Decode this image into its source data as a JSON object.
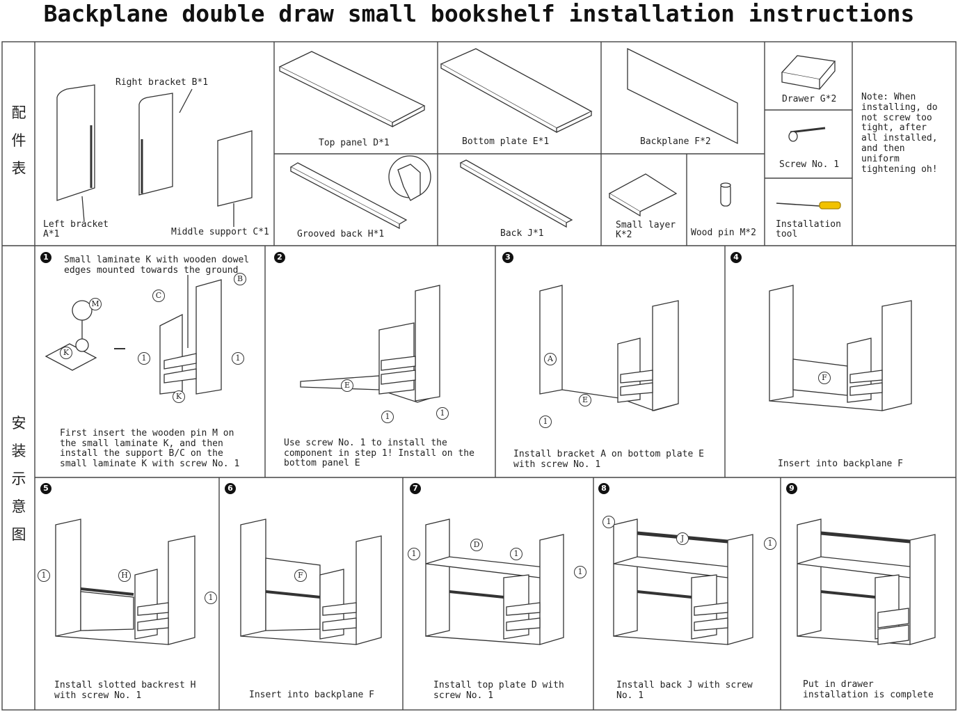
{
  "title": "Backplane double draw small bookshelf installation instructions",
  "sections": {
    "parts": [
      "配",
      "件",
      "表"
    ],
    "steps": [
      "安",
      "装",
      "示",
      "意",
      "图"
    ]
  },
  "parts": {
    "left_bracket": "Left bracket\nA*1",
    "right_bracket": "Right bracket B*1",
    "middle_support": "Middle support C*1",
    "top_panel": "Top panel D*1",
    "bottom_plate": "Bottom plate E*1",
    "backplane": "Backplane F*2",
    "drawer": "Drawer G*2",
    "grooved_back": "Grooved back H*1",
    "back_j": "Back J*1",
    "small_layer": "Small layer\nK*2",
    "wood_pin": "Wood pin M*2",
    "screw": "Screw No. 1",
    "tool": "Installation\ntool",
    "note": "Note: When\ninstalling, do\nnot screw too\ntight, after\nall installed,\nand then\nuniform\ntightening oh!"
  },
  "steps": [
    {
      "num": "1",
      "note": "Small laminate K with wooden dowel\nedges mounted towards the ground",
      "caption": "First insert the wooden pin M on\nthe small laminate K, and then\ninstall the support B/C on the\nsmall laminate K with screw No. 1"
    },
    {
      "num": "2",
      "caption": "Use screw No. 1 to install the\ncomponent in step 1! Install on the\nbottom panel E"
    },
    {
      "num": "3",
      "caption": "Install bracket A on bottom plate E\nwith screw No. 1"
    },
    {
      "num": "4",
      "caption": "Insert into backplane F"
    },
    {
      "num": "5",
      "caption": "Install slotted backrest H\nwith screw No. 1"
    },
    {
      "num": "6",
      "caption": "Insert into backplane F"
    },
    {
      "num": "7",
      "caption": "Install top plate D with\nscrew No. 1"
    },
    {
      "num": "8",
      "caption": "Install back J with screw\nNo. 1"
    },
    {
      "num": "9",
      "caption": "Put in drawer\ninstallation is complete"
    }
  ],
  "callouts": {
    "A": "A",
    "B": "B",
    "C": "C",
    "D": "D",
    "E": "E",
    "F": "F",
    "H": "H",
    "J": "J",
    "K": "K",
    "M": "M",
    "one": "1"
  }
}
